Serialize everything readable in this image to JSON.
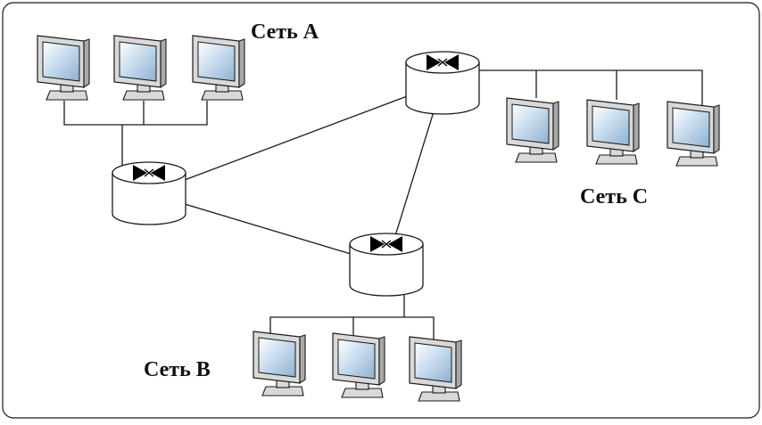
{
  "networks": [
    {
      "id": "a",
      "label": "Сеть A"
    },
    {
      "id": "b",
      "label": "Сеть B"
    },
    {
      "id": "c",
      "label": "Сеть C"
    }
  ],
  "routers": [
    {
      "id": "router-a",
      "network": "a"
    },
    {
      "id": "router-b",
      "network": "b"
    },
    {
      "id": "router-c",
      "network": "c"
    }
  ],
  "links": [
    {
      "from": "router-a",
      "to": "router-c"
    },
    {
      "from": "router-a",
      "to": "router-b"
    },
    {
      "from": "router-c",
      "to": "router-b"
    }
  ],
  "computers_per_network": 3,
  "colors": {
    "line": "#1a1a1a",
    "screen_light": "#ffffff",
    "screen_mid": "#c9ddef",
    "screen_dark": "#8fb0cf",
    "monitor_body": "#d9d9d9",
    "router_body": "#ffffff",
    "router_symbol": "#000000"
  }
}
